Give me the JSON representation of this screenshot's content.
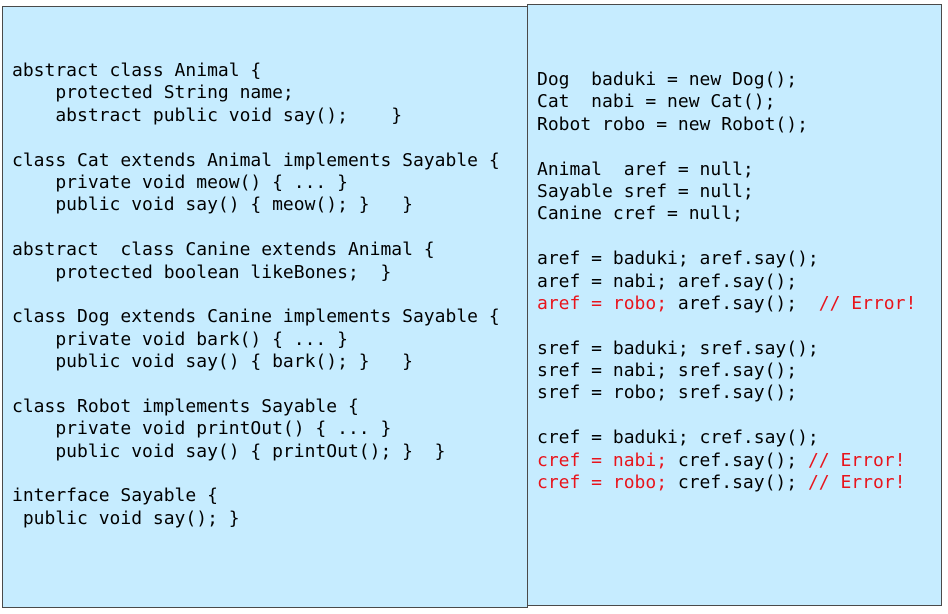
{
  "colors": {
    "panel_background": "#c6ecff",
    "border": "#4a4a4a",
    "text": "#000000",
    "error_text": "#e8141c"
  },
  "left_code": [
    [
      {
        "text": "abstract class Animal {"
      }
    ],
    [
      {
        "text": "    protected String name;"
      }
    ],
    [
      {
        "text": "    abstract public void say();    }"
      }
    ],
    [
      {
        "text": ""
      }
    ],
    [
      {
        "text": "class Cat extends Animal implements Sayable {"
      }
    ],
    [
      {
        "text": "    private void meow() { ... }"
      }
    ],
    [
      {
        "text": "    public void say() { meow(); }   }"
      }
    ],
    [
      {
        "text": ""
      }
    ],
    [
      {
        "text": "abstract  class Canine extends Animal {"
      }
    ],
    [
      {
        "text": "    protected boolean likeBones;  }"
      }
    ],
    [
      {
        "text": ""
      }
    ],
    [
      {
        "text": "class Dog extends Canine implements Sayable {"
      }
    ],
    [
      {
        "text": "    private void bark() { ... }"
      }
    ],
    [
      {
        "text": "    public void say() { bark(); }   }"
      }
    ],
    [
      {
        "text": ""
      }
    ],
    [
      {
        "text": "class Robot implements Sayable {"
      }
    ],
    [
      {
        "text": "    private void printOut() { ... }"
      }
    ],
    [
      {
        "text": "    public void say() { printOut(); }  }"
      }
    ],
    [
      {
        "text": ""
      }
    ],
    [
      {
        "text": "interface Sayable {"
      }
    ],
    [
      {
        "text": " public void say(); }"
      }
    ]
  ],
  "right_code": [
    [
      {
        "text": "Dog  baduki = new Dog();"
      }
    ],
    [
      {
        "text": "Cat  nabi = new Cat();"
      }
    ],
    [
      {
        "text": "Robot robo = new Robot();"
      }
    ],
    [
      {
        "text": ""
      }
    ],
    [
      {
        "text": "Animal  aref = null;"
      }
    ],
    [
      {
        "text": "Sayable sref = null;"
      }
    ],
    [
      {
        "text": "Canine cref = null;"
      }
    ],
    [
      {
        "text": ""
      }
    ],
    [
      {
        "text": "aref = baduki; aref.say();"
      }
    ],
    [
      {
        "text": "aref = nabi; aref.say();"
      }
    ],
    [
      {
        "text": "aref = robo;",
        "error": true
      },
      {
        "text": " aref.say();  "
      },
      {
        "text": "// Error!",
        "error": true
      }
    ],
    [
      {
        "text": ""
      }
    ],
    [
      {
        "text": "sref = baduki; sref.say();"
      }
    ],
    [
      {
        "text": "sref = nabi; sref.say();"
      }
    ],
    [
      {
        "text": "sref = robo; sref.say();"
      }
    ],
    [
      {
        "text": ""
      }
    ],
    [
      {
        "text": "cref = baduki; cref.say();"
      }
    ],
    [
      {
        "text": "cref = nabi;",
        "error": true
      },
      {
        "text": " cref.say(); "
      },
      {
        "text": "// Error!",
        "error": true
      }
    ],
    [
      {
        "text": "cref = robo;",
        "error": true
      },
      {
        "text": " cref.say(); "
      },
      {
        "text": "// Error!",
        "error": true
      }
    ]
  ]
}
